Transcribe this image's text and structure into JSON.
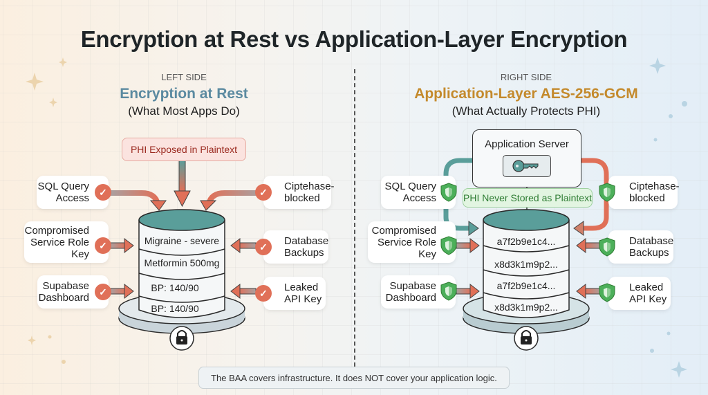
{
  "title": "Encryption at Rest vs Application-Layer Encryption",
  "left": {
    "side_label": "LEFT SIDE",
    "heading": "Encryption at Rest",
    "subheading": "(What Most Apps Do)",
    "heading_color": "#5b8aa0",
    "alert": "PHI Exposed in Plaintext",
    "threats_left": [
      {
        "label": "SQL Query\nAccess",
        "status": "check"
      },
      {
        "label": "Compromised\nService Role\nKey",
        "status": "check"
      },
      {
        "label": "Supabase\nDashboard",
        "status": "check"
      }
    ],
    "threats_right": [
      {
        "label": "Ciptehase-\nblocked",
        "status": "check"
      },
      {
        "label": "Database\nBackups",
        "status": "check"
      },
      {
        "label": "Leaked\nAPI Key",
        "status": "check"
      }
    ],
    "db_rows": [
      "Migraine - severe",
      "Metformin 500mg",
      "BP: 140/90",
      "BP: 140/90"
    ],
    "db_icon": "lock-icon"
  },
  "right": {
    "side_label": "RIGHT SIDE",
    "heading": "Application-Layer AES-256-GCM",
    "subheading": "(What Actually Protects PHI)",
    "heading_color": "#c48a2c",
    "server_label": "Application Server",
    "server_icon": "key-icon",
    "notice": "PHI Never Stored as Plaintext",
    "threats_left": [
      {
        "label": "SQL Query\nAccess",
        "status": "shield"
      },
      {
        "label": "Compromised\nService Role\nKey",
        "status": "shield"
      },
      {
        "label": "Supabase\nDashboard",
        "status": "shield"
      }
    ],
    "threats_right": [
      {
        "label": "Ciptehase-\nblocked",
        "status": "shield"
      },
      {
        "label": "Database\nBackups",
        "status": "shield"
      },
      {
        "label": "Leaked\nAPI Key",
        "status": "shield"
      }
    ],
    "db_rows": [
      "a7f2b9e1c4...",
      "x8d3k1m9p2...",
      "a7f2b9e1c4...",
      "x8d3k1m9p2..."
    ],
    "db_icon": "lock-icon"
  },
  "footer": "The BAA covers infrastructure. It does NOT cover your application logic.",
  "colors": {
    "danger": "#e07058",
    "safe": "#4caf5a",
    "teal": "#5a9e9a"
  }
}
